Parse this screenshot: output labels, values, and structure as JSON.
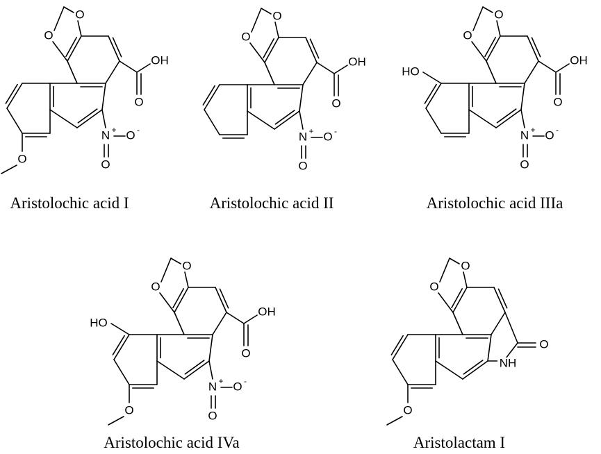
{
  "compounds": [
    {
      "name": "Aristolochic acid I",
      "substituents": {
        "acid_oh": "OH",
        "acid_o": "O",
        "nitro_n": "N",
        "nitro_plus": "+",
        "nitro_o1": "O",
        "nitro_minus": "-",
        "nitro_o2": "O",
        "methoxy_o": "O"
      }
    },
    {
      "name": "Aristolochic acid II",
      "substituents": {
        "acid_oh": "OH",
        "acid_o": "O",
        "nitro_n": "N",
        "nitro_plus": "+",
        "nitro_o1": "O",
        "nitro_minus": "-",
        "nitro_o2": "O"
      }
    },
    {
      "name": "Aristolochic acid IIIa",
      "substituents": {
        "hydroxy": "HO",
        "acid_oh": "OH",
        "acid_o": "O",
        "nitro_n": "N",
        "nitro_plus": "+",
        "nitro_o1": "O",
        "nitro_minus": "-",
        "nitro_o2": "O"
      }
    },
    {
      "name": "Aristolochic acid IVa",
      "substituents": {
        "hydroxy": "HO",
        "acid_oh": "OH",
        "acid_o": "O",
        "nitro_n": "N",
        "nitro_plus": "+",
        "nitro_o1": "O",
        "nitro_minus": "-",
        "nitro_o2": "O",
        "methoxy_o": "O"
      }
    },
    {
      "name": "Aristolactam I",
      "substituents": {
        "lactam_o": "O",
        "lactam_nh": "NH",
        "methoxy_o": "O"
      }
    }
  ],
  "ring_oxygen": "O"
}
